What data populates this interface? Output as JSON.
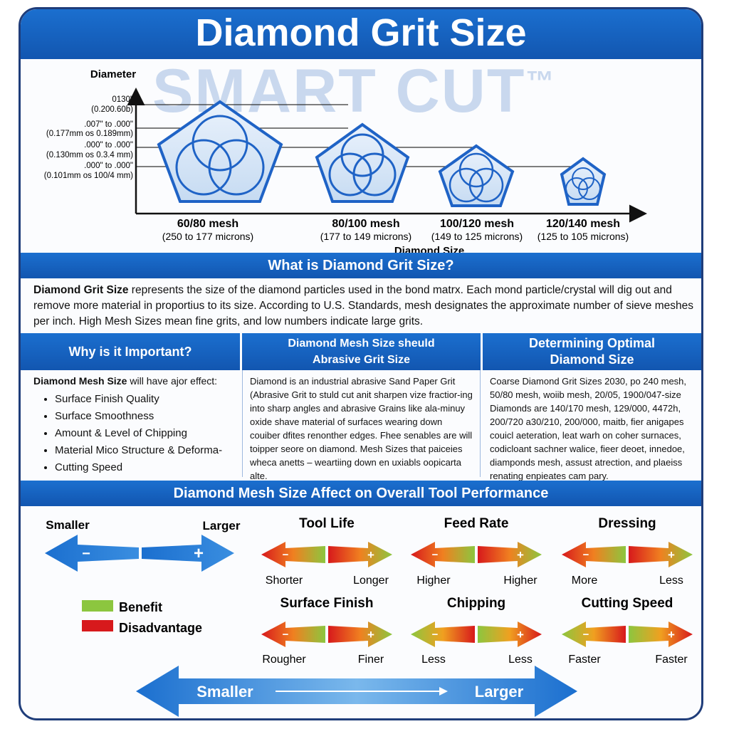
{
  "title": "Diamond Grit Size",
  "watermark": "SMART CUT",
  "watermark_tm": "™",
  "chart": {
    "y_title": "Diameter",
    "x_title": "Diamond Size",
    "y_labels": [
      {
        "line1": "0130\"",
        "line2": "(0.200.60b)"
      },
      {
        "line1": ".007\" to .000\"",
        "line2": "(0.177mm os 0.189mm)"
      },
      {
        "line1": ".000\" to .000\"",
        "line2": "(0.130mm os 0.3.4 mm)"
      },
      {
        "line1": ".000\" to .000\"",
        "line2": "(0.101mm os 100/4 mm)"
      }
    ],
    "categories": [
      {
        "mesh": "60/80 mesh",
        "microns": "(250 to 177 microns)"
      },
      {
        "mesh": "80/100 mesh",
        "microns": "(177 to 149 microns)"
      },
      {
        "mesh": "100/120 mesh",
        "microns": "(149 to 125 microns)"
      },
      {
        "mesh": "120/140 mesh",
        "microns": "(125 to 105 microns)"
      }
    ]
  },
  "what": {
    "heading": "What is Diamond Grit Size?",
    "bold": "Diamond Grit Size",
    "text": " represents the size of the diamond particles used in the bond matrx. Each mond particle/crystal will dig out and remove more material in proportius to its size. According to U.S. Standards, mesh designates the approximate number of sieve meshes per inch. High Mesh Sizes mean fine grits, and low numbers indicate large grits."
  },
  "columns": {
    "why": {
      "heading": "Why is it Important?",
      "lead_bold": "Diamond Mesh Size",
      "lead_rest": " will have ajor effect:",
      "items": [
        "Surface Finish Quality",
        "Surface Smoothness",
        "Amount & Level of Chipping",
        "Material Mico Structure & Deforma-",
        "Cutting Speed"
      ]
    },
    "mesh": {
      "heading_line1": "Diamond Mesh Size sheuld",
      "heading_line2": "Abrasive Grit Size",
      "text": "Diamond is an industrial abrasive Sand Paper Grit (Abrasive Grit to stuld cut anit sharpen vize fractior-ing into sharp angles and abrasive Grains like ala-minuy oxide shave material of surfaces wearing down couiber dfites renonther edges. Fhee senables are will toipper seore on diamond. Mesh Sizes that paiceies wheca anetts – weartiing down en uxiabls oopicarta alte."
    },
    "optimal": {
      "heading_line1": "Determining Optimal",
      "heading_line2": "Diamond Size",
      "text": "Coarse Diamond Grit Sizes 2030, po 240 mesh, 50/80 mesh, woiib mesh, 20/05, 1900/047-size Diamonds are 140/170 mesh, 129/000, 4472h, 200/720 a30/210, 200/000, maitb, fier anigapes couicl aeteration, leat warh on coher surnaces, codicloant sachner walice, fieer deoet, innedoe, diamponds mesh, assust atrection, and plaeiss renating enpieates cam pary."
    }
  },
  "performance": {
    "heading": "Diamond Mesh Size Affect on Overall Tool Performance",
    "smaller": "Smaller",
    "larger": "Larger",
    "minus": "−",
    "plus": "+",
    "legend": {
      "benefit": "Benefit",
      "disadvantage": "Disadvantage"
    },
    "colors": {
      "benefit": "#8cc63f",
      "disadvantage": "#d7191c",
      "blue": "#1b75c9"
    },
    "metrics": [
      {
        "title": "Tool Life",
        "left": "Shorter",
        "right": "Longer"
      },
      {
        "title": "Feed Rate",
        "left": "Higher",
        "right": "Higher"
      },
      {
        "title": "Dressing",
        "left": "More",
        "right": "Less"
      },
      {
        "title": "Surface Finish",
        "left": "Rougher",
        "right": "Finer"
      },
      {
        "title": "Chipping",
        "left": "Less",
        "right": "Less"
      },
      {
        "title": "Cutting Speed",
        "left": "Faster",
        "right": "Faster"
      }
    ],
    "bottom_smaller": "Smaller",
    "bottom_larger": "Larger"
  }
}
